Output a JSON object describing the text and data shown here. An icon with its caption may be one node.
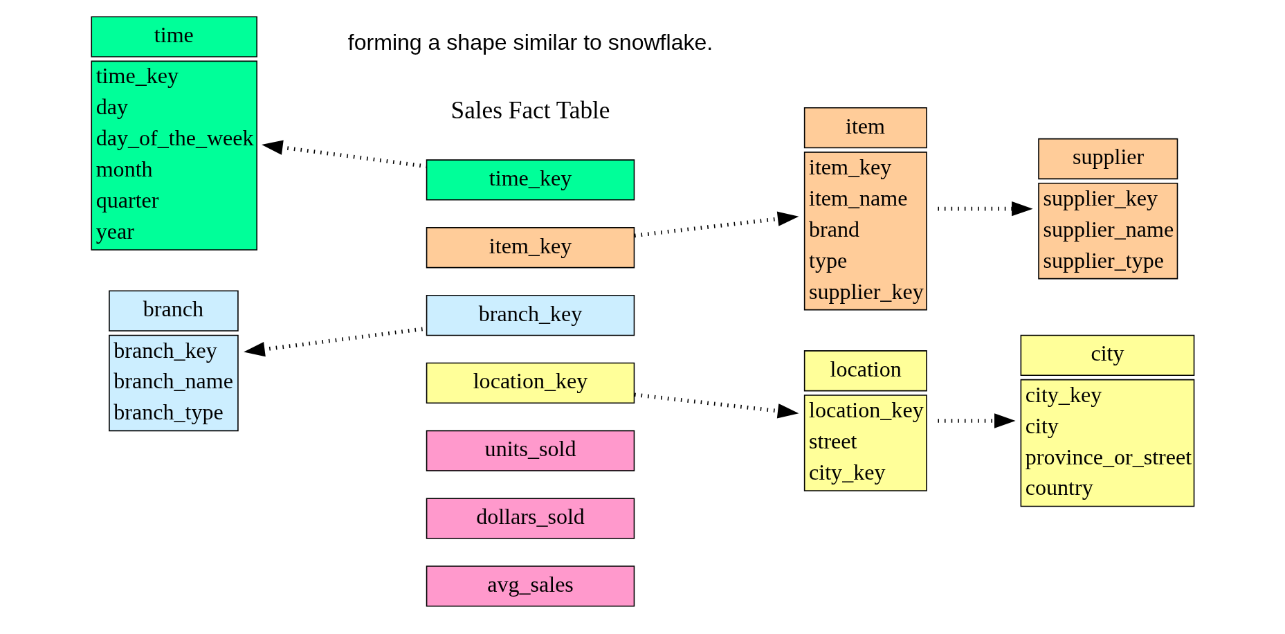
{
  "diagram": {
    "nodes": [
      {
        "text": [
          "time_key"
        ]
      },
      {
        "text": [
          "item_key"
        ]
      },
      {
        "text": [
          "branch_key"
        ]
      },
      {
        "text": [
          "location_key"
        ]
      },
      {
        "text": [
          "units_sold"
        ]
      },
      {
        "text": [
          "dollars_sold"
        ]
      },
      {
        "text": [
          "avg_sales"
        ]
      },
      {
        "text": [
          "time",
          "time_key day day_of_the_week month quarter year"
        ]
      },
      {
        "text": [
          "item",
          "item_key item_name brand type supplier_key"
        ]
      },
      {
        "text": [
          "supplier",
          "supplier_key supplier_name supplier_type"
        ]
      },
      {
        "text": [
          "branch",
          "branch_key branch_name branch_type"
        ]
      },
      {
        "text": [
          "location",
          "location_key street city_key"
        ]
      },
      {
        "text": [
          "city",
          "city_key city province_or_street country"
        ]
      }
    ],
    "edges": [
      {
        "from": 0,
        "to": 7,
        "arrow": "to",
        "style": "dashed"
      },
      {
        "from": 1,
        "to": 8,
        "arrow": "to",
        "style": "dashed"
      },
      {
        "from": 2,
        "to": 10,
        "arrow": "to",
        "style": "dashed"
      },
      {
        "from": 3,
        "to": 11,
        "arrow": "to",
        "style": "dashed"
      },
      {
        "from": 8,
        "to": 9,
        "arrow": "to",
        "style": "dashed"
      },
      {
        "from": 11,
        "to": 12,
        "arrow": "to",
        "style": "dashed"
      }
    ],
    "labels": [
      "forming a shape similar to snowflake.",
      "Sales Fact Table"
    ]
  }
}
